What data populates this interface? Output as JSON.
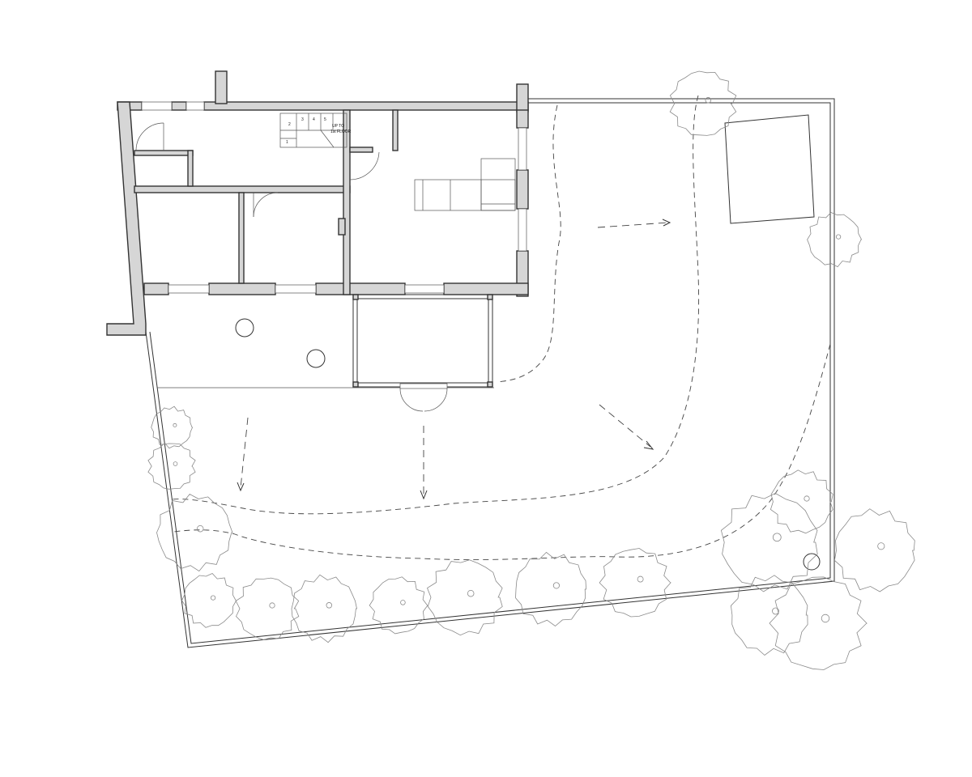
{
  "stair": {
    "label_line1": "UP TO",
    "label_line2": "1st FLOOR",
    "steps": [
      "1",
      "2",
      "3",
      "4",
      "5"
    ]
  },
  "tree_icons": "tree-canopy-icon",
  "colors": {
    "wall_fill": "#d6d6d6",
    "line": "#333333",
    "tree_line": "#8a8a8a"
  }
}
